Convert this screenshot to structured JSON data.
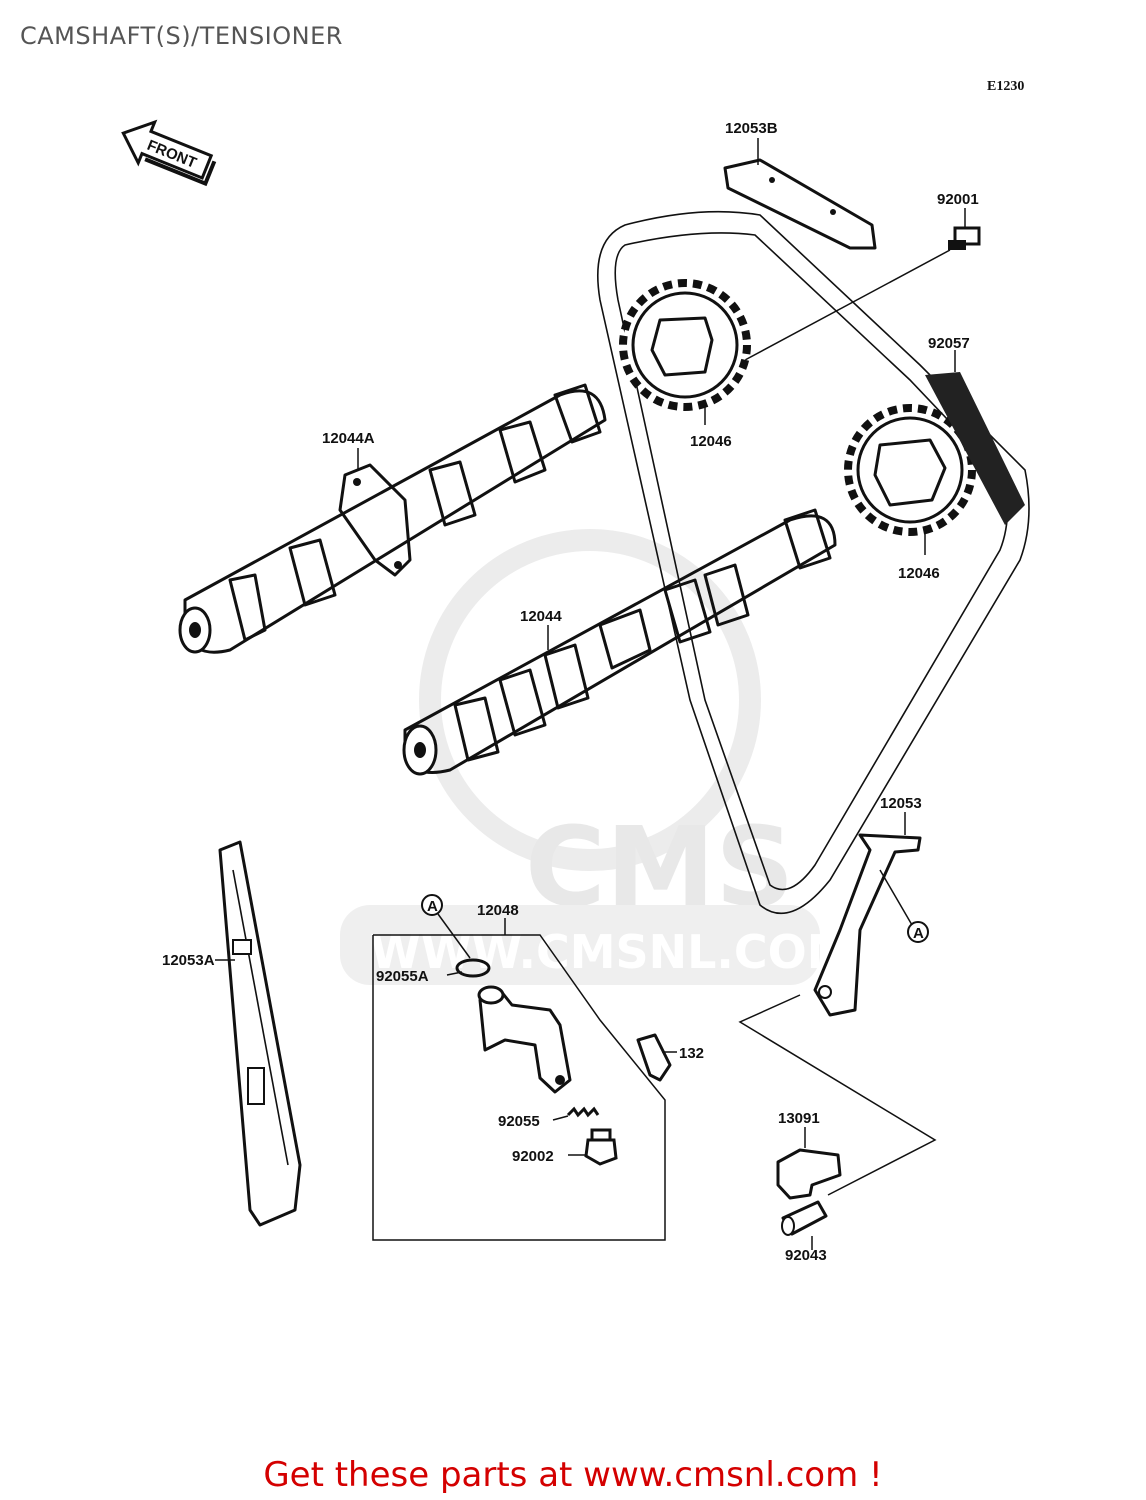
{
  "title": "CAMSHAFT(S)/TENSIONER",
  "diagram_code": "E1230",
  "front_label": "FRONT",
  "callouts": {
    "p12053B": "12053B",
    "p92001": "92001",
    "p92057": "92057",
    "p12046_a": "12046",
    "p12046_b": "12046",
    "p12044A": "12044A",
    "p12044": "12044",
    "p12053": "12053",
    "p12048": "12048",
    "p92055A": "92055A",
    "p12053A": "12053A",
    "p132": "132",
    "p92055": "92055",
    "p92002": "92002",
    "p13091": "13091",
    "p92043": "92043",
    "mark_a1": "A",
    "mark_a2": "A"
  },
  "watermark": {
    "brand": "CMS",
    "url": "WWW.CMSNL.COM"
  },
  "footer": "Get these parts at www.cmsnl.com !",
  "colors": {
    "title": "#555555",
    "footer": "#d40000",
    "line": "#111111",
    "watermark": "#e8e8e8"
  }
}
